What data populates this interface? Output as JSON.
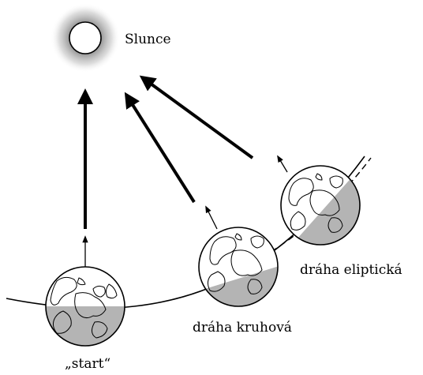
{
  "labels": {
    "sun": "Slunce",
    "circular_orbit": "dráha kruhová",
    "elliptic_orbit": "dráha eliptická",
    "start": "„start“"
  },
  "colors": {
    "ink": "#000000",
    "night_side": "#b4b4b4",
    "sun_glow": "#8a8a8a",
    "background": "#ffffff"
  },
  "icons": {
    "sun": "sun-icon",
    "earth": "earth-globe-icon"
  }
}
